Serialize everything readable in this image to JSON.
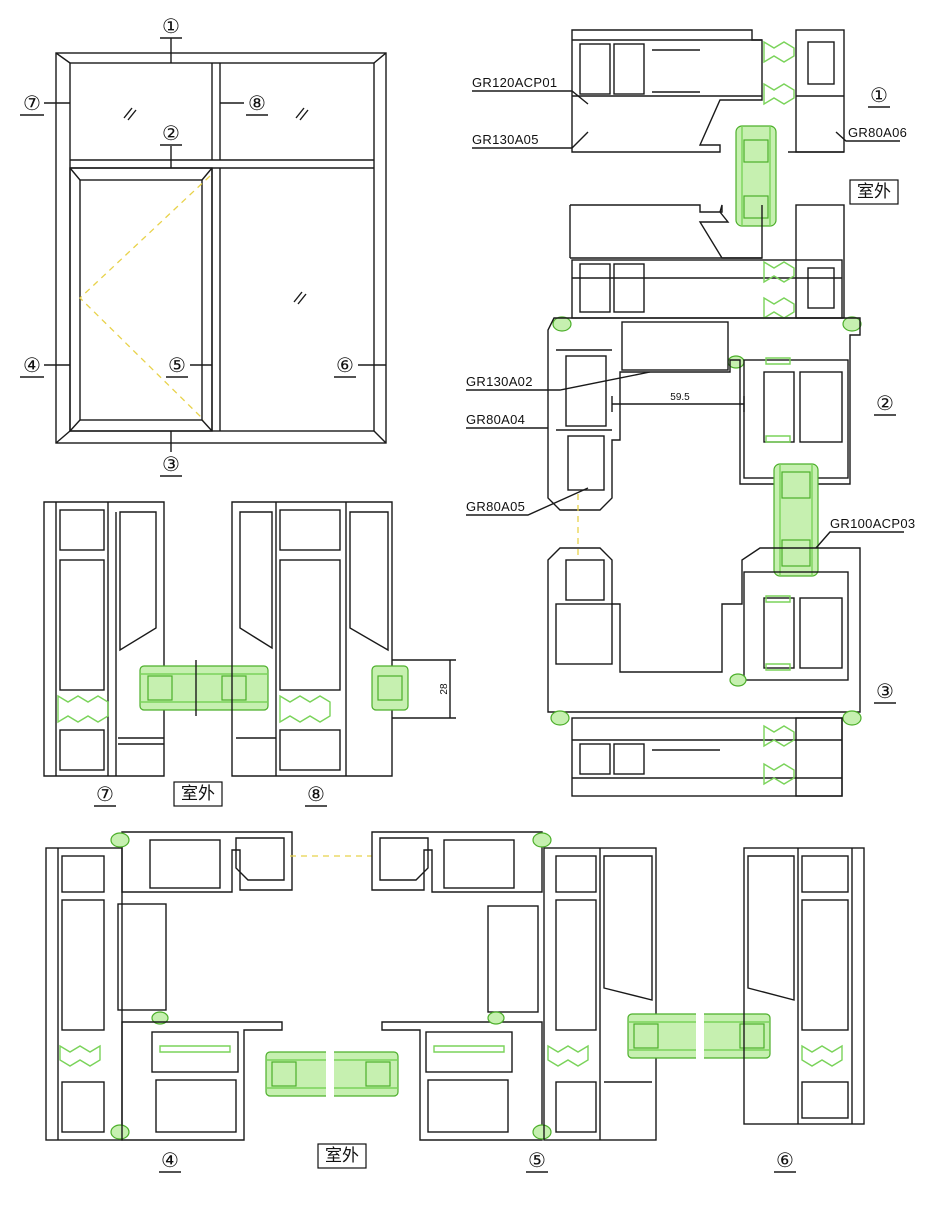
{
  "elevation": {
    "callouts": [
      "1",
      "2",
      "3",
      "4",
      "5",
      "6",
      "7",
      "8"
    ]
  },
  "section_top_right": {
    "labels": {
      "p1": "GR120ACP01",
      "p2": "GR130A05",
      "p3": "GR80A06",
      "p4": "GR130A02",
      "p5": "GR80A04",
      "p6": "GR80A05",
      "p7": "GR100ACP03"
    },
    "dimension": "59.5",
    "outside_label": "室外",
    "callouts": [
      "1",
      "2",
      "3"
    ]
  },
  "section_mid_left": {
    "dimension": "28",
    "outside_label": "室外",
    "callouts": [
      "7",
      "8"
    ]
  },
  "section_bottom": {
    "outside_label": "室外",
    "callouts": [
      "4",
      "5",
      "6"
    ]
  }
}
